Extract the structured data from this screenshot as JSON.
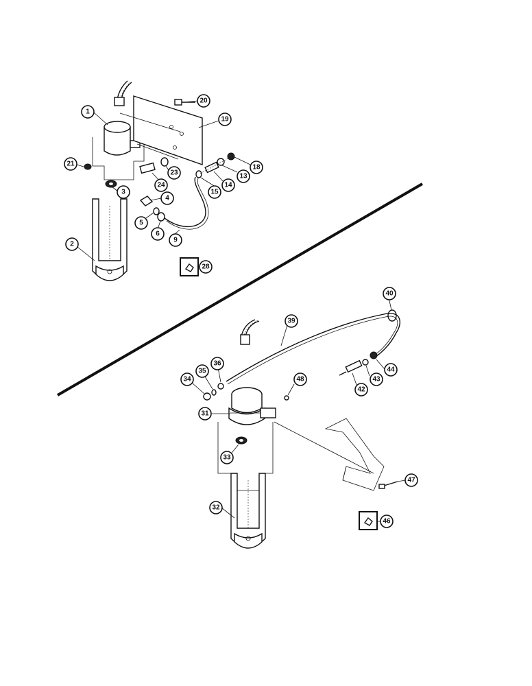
{
  "callouts": {
    "c1": "1",
    "c2": "2",
    "c3": "3",
    "c4": "4",
    "c5": "5",
    "c6": "6",
    "c9": "9",
    "c13": "13",
    "c14": "14",
    "c15": "15",
    "c18": "18",
    "c19": "19",
    "c20": "20",
    "c21": "21",
    "c23": "23",
    "c24": "24",
    "c28": "28",
    "c31": "31",
    "c32": "32",
    "c33": "33",
    "c34": "34",
    "c35": "35",
    "c36": "36",
    "c39": "39",
    "c40": "40",
    "c42": "42",
    "c43": "43",
    "c44": "44",
    "c46": "46",
    "c47": "47",
    "c48": "48"
  }
}
